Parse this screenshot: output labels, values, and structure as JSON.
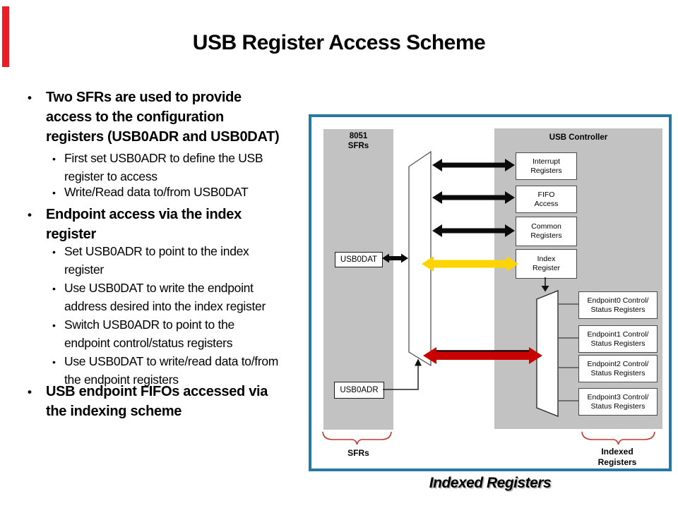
{
  "slide": {
    "title": "USB Register Access Scheme",
    "caption": "Indexed Registers",
    "bullets": [
      {
        "level": 1,
        "text": "Two SFRs are used to provide\naccess to the configuration\nregisters (USB0ADR and USB0DAT)"
      },
      {
        "level": 2,
        "text": "First set USB0ADR to define the USB\nregister to access"
      },
      {
        "level": 2,
        "text": "Write/Read data to/from USB0DAT"
      },
      {
        "level": 1,
        "text": "Endpoint access via the index\nregister"
      },
      {
        "level": 2,
        "text": "Set USB0ADR to point to the index\nregister"
      },
      {
        "level": 2,
        "text": "Use USB0DAT to write the endpoint\naddress desired into the index register"
      },
      {
        "level": 2,
        "text": "Switch USB0ADR to point to the\nendpoint control/status registers"
      },
      {
        "level": 2,
        "text": "Use USB0DAT to write/read data to/from\nthe endpoint registers"
      },
      {
        "level": 1,
        "text": "USB endpoint FIFOs accessed via\nthe indexing scheme"
      }
    ]
  },
  "diagram": {
    "left_panel_title": "8051\nSFRs",
    "right_panel_title": "USB Controller",
    "sfr_registers": {
      "usb0dat": "USB0DAT",
      "usb0adr": "USB0ADR"
    },
    "usb_registers": {
      "interrupt": "Interrupt\nRegisters",
      "fifo": "FIFO\nAccess",
      "common": "Common\nRegisters",
      "index": "Index\nRegister"
    },
    "endpoint_registers": {
      "ep0": "Endpoint0 Control/\nStatus Registers",
      "ep1": "Endpoint1 Control/\nStatus Registers",
      "ep2": "Endpoint2 Control/\nStatus Registers",
      "ep3": "Endpoint3 Control/\nStatus Registers"
    },
    "brace_labels": {
      "left": "SFRs",
      "right": "Indexed\nRegisters"
    }
  },
  "colors": {
    "sidebar_red": "#EC1C24",
    "diagram_border": "#2779A1",
    "panel_gray": "#C2C2C2",
    "arrow_black": "#0a0a0a",
    "arrow_yellow": "#FFD400",
    "arrow_red": "#C80000",
    "brace_red": "#C0392B"
  }
}
